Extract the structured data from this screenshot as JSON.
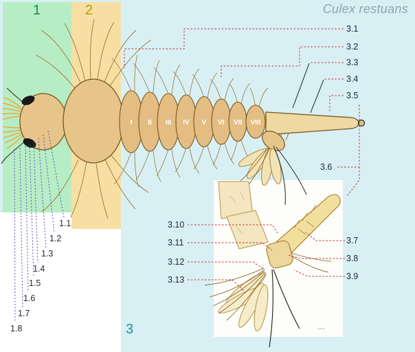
{
  "header": {
    "title": "Culex restuans"
  },
  "regions": {
    "one": "1",
    "two": "2",
    "three": "3"
  },
  "segments": [
    "I",
    "II",
    "III",
    "IV",
    "V",
    "VI",
    "VII",
    "VIII"
  ],
  "callouts": {
    "right": [
      "3.1",
      "3.2",
      "3.3",
      "3.4",
      "3.5"
    ],
    "siphon": "3.6",
    "inset_right": [
      "3.7",
      "3.8",
      "3.9"
    ],
    "inset_left": [
      "3.10",
      "3.11",
      "3.12",
      "3.13"
    ],
    "head": [
      "1.1",
      "1.2",
      "1.3",
      "1.4",
      "1.5",
      "1.6",
      "1.7",
      "1.8"
    ]
  },
  "inset": {
    "ellipsis": "..."
  },
  "colors": {
    "background": "#d8f0f4",
    "region1_panel": "#b7edc5",
    "region2_panel": "#f7dfa4",
    "region1_text": "#1f8a3c",
    "region2_text": "#b99a0a",
    "region3_text": "#1a8fa8",
    "body_tan": "#e6c289",
    "leader_red": "#c22f2f",
    "leader_blue": "#5050b8",
    "title_gray": "#90a4ac"
  }
}
